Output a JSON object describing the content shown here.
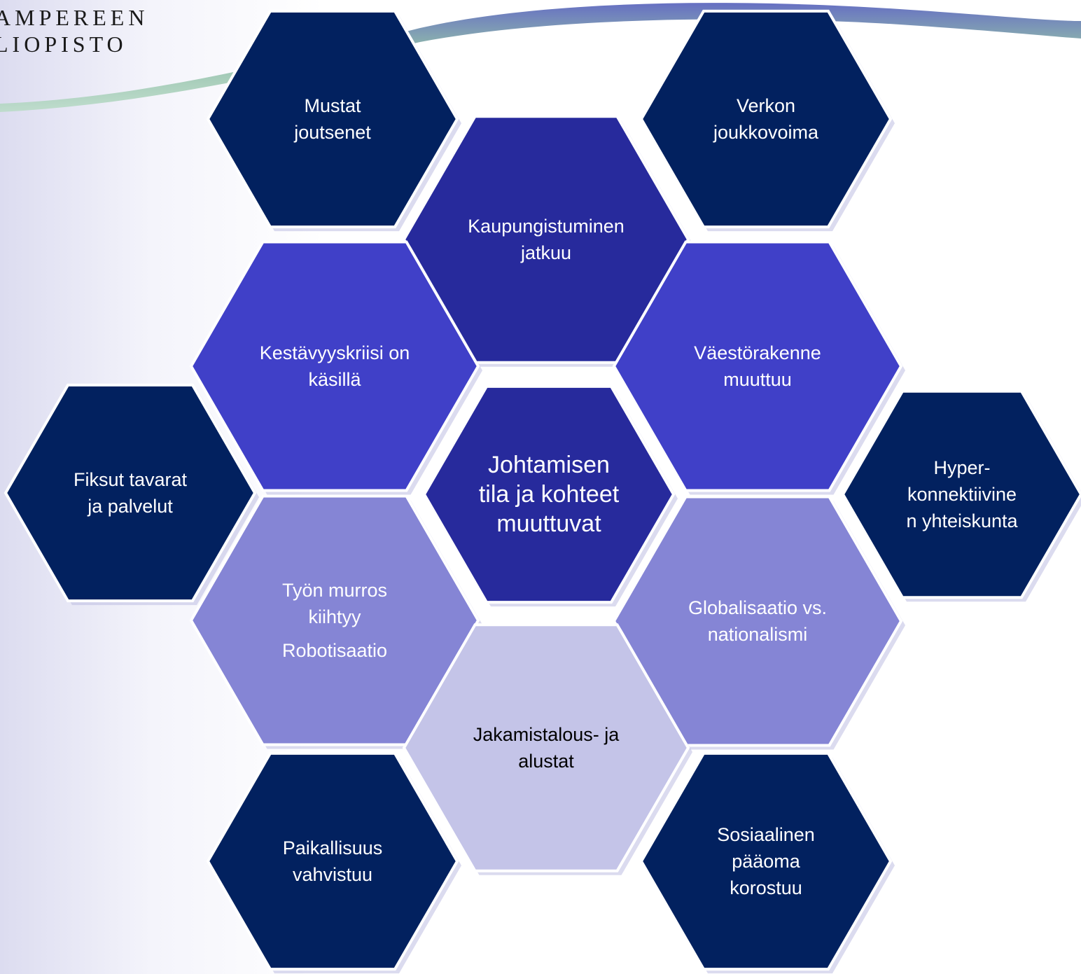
{
  "logo": {
    "line1": "AMPEREEN",
    "line2": "LIOPISTO"
  },
  "colors": {
    "dark": "#02215f",
    "mid_dark": "#272a9c",
    "mid": "#4040c8",
    "light": "#8585d5",
    "lightest": "#c4c4e8",
    "text_light": "#ffffff",
    "text_dark": "#000000"
  },
  "hexagons": [
    {
      "id": "mustat",
      "color": "dark",
      "lines": [
        "Mustat",
        "joutsenet"
      ]
    },
    {
      "id": "verkon",
      "color": "dark",
      "lines": [
        "Verkon",
        "joukkovoima"
      ]
    },
    {
      "id": "kaupungistuminen",
      "color": "mid_dark",
      "lines": [
        "Kaupungistuminen",
        "jatkuu"
      ]
    },
    {
      "id": "kestavyys",
      "color": "mid",
      "lines": [
        "Kestävyyskriisi on",
        "käsillä"
      ]
    },
    {
      "id": "vaesto",
      "color": "mid",
      "lines": [
        "Väestörakenne",
        "muuttuu"
      ]
    },
    {
      "id": "fiksut",
      "color": "dark",
      "lines": [
        "Fiksut tavarat",
        "ja palvelut"
      ]
    },
    {
      "id": "johtamisen",
      "color": "mid_dark",
      "lines": [
        "Johtamisen",
        "tila ja kohteet",
        "muuttuvat"
      ]
    },
    {
      "id": "hyper",
      "color": "dark",
      "lines": [
        "Hyper-",
        "konnektiivine",
        "n yhteiskunta"
      ]
    },
    {
      "id": "tyon",
      "color": "light",
      "lines": [
        "Työn murros",
        "kiihtyy"
      ],
      "extra": "Robotisaatio"
    },
    {
      "id": "globalisaatio",
      "color": "light",
      "lines": [
        "Globalisaatio vs.",
        "nationalismi"
      ]
    },
    {
      "id": "jakamis",
      "color": "lightest",
      "lines": [
        "Jakamistalous- ja",
        "alustat"
      ]
    },
    {
      "id": "paikallisuus",
      "color": "dark",
      "lines": [
        "Paikallisuus",
        "vahvistuu"
      ]
    },
    {
      "id": "sosiaalinen",
      "color": "dark",
      "lines": [
        "Sosiaalinen",
        "pääoma",
        "korostuu"
      ]
    }
  ]
}
